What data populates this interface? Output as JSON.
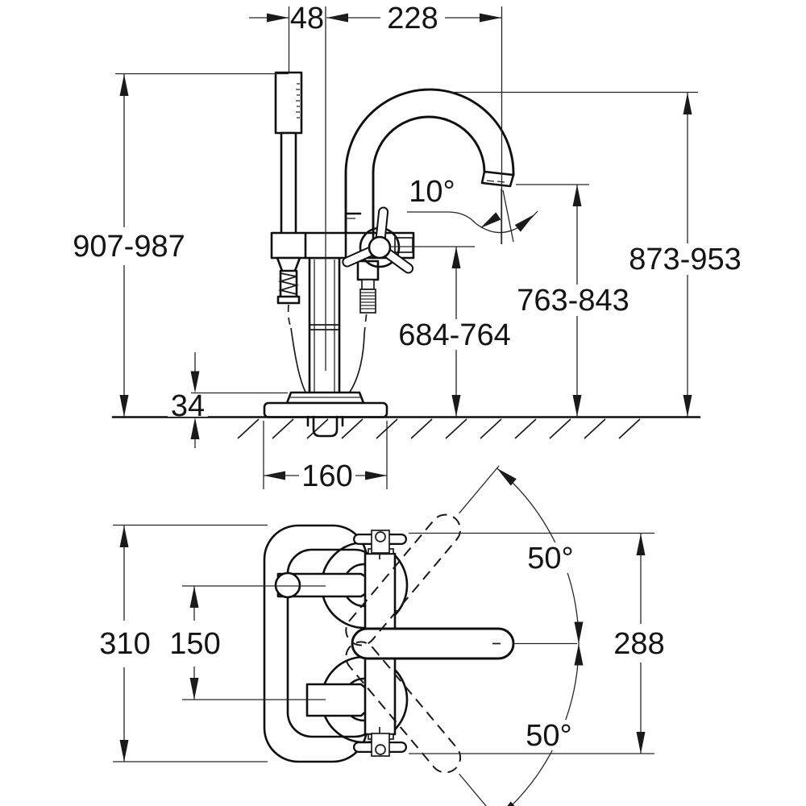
{
  "front_view": {
    "dimensions": {
      "hand_shower_offset": "48",
      "spout_projection": "228",
      "hand_shower_height": "907-987",
      "spout_height": "873-953",
      "outlet_height": "763-843",
      "handle_height": "684-764",
      "outlet_angle": "10°",
      "base_thickness": "34",
      "base_width": "160"
    }
  },
  "plan_view": {
    "dimensions": {
      "overall_depth": "310",
      "connection_spacing": "150",
      "swivel_reach": "288",
      "swivel_angle_up": "50°",
      "swivel_angle_down": "50°"
    }
  },
  "colors": {
    "ink": "#141414",
    "background": "#ffffff"
  }
}
